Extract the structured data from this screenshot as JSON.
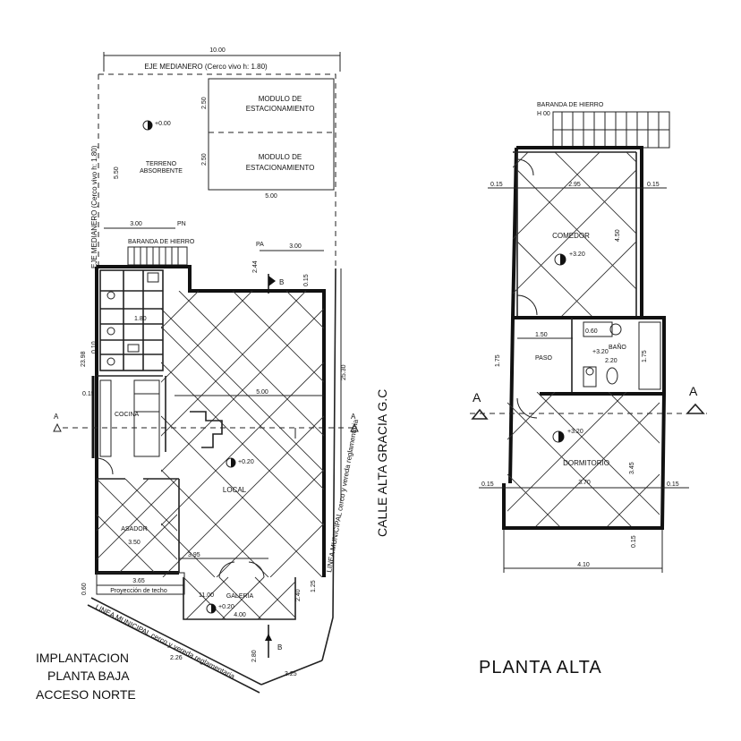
{
  "planta_baja": {
    "top_dim": "10.00",
    "eje_top": "EJE MEDIANERO (Cerco vivo h: 1.80)",
    "eje_left": "EJE MEDIANERO (Cerco vivo h: 1.80)",
    "modulo_1": [
      "MODULO DE",
      "ESTACIONAMIENTO"
    ],
    "modulo_2": [
      "MODULO DE",
      "ESTACIONAMIENTO"
    ],
    "terreno": [
      "TERRENO",
      "ABSORBENTE"
    ],
    "lvl_terreno": "+0.00",
    "d_250a": "2.50",
    "d_250b": "2.50",
    "d_500": "5.00",
    "d_550": "5.50",
    "d_300a": "3.00",
    "d_300b": "3.00",
    "baranda": "BARANDA DE HIERRO",
    "pn": "PN",
    "pa": "PA",
    "b_top": "B",
    "d_244": "2.44",
    "d_015a": "0.15",
    "d_015b": "0.15",
    "d_010": "0.10",
    "d_2398": "23.98",
    "d_2530": "25.30",
    "d_180": "1.80",
    "d_500b": "5.00",
    "local": "LOCAL",
    "lvl_local": "+0.20",
    "cocina": "COCINA",
    "asador": "ASADOR",
    "d_350": "3.50",
    "d_365": "3.65",
    "d_395": "3.95",
    "proyeccion": "Proyección de techo",
    "galeria": "GALERIA",
    "lvl_galeria": "+0.20",
    "d_400": "4.00",
    "d_1100": "11.00",
    "d_240": "2.40",
    "d_060": "0.60",
    "d_125": "1.25",
    "d_280": "2.80",
    "d_325": "3.25",
    "d_226": "2.26",
    "linea_right": "LINEA MUNICIPAL cerco y vereda reglamentaria",
    "linea_bottom": "LINEA MUNICIPAL cerco y vereda reglamentaria",
    "calle": "CALLE ALTA GRACIA G.C",
    "sec_a": "A",
    "sec_b": "B",
    "sec_a2": "A",
    "title_1": "IMPLANTACION",
    "title_2": "PLANTA BAJA",
    "title_3": "ACCESO NORTE"
  },
  "planta_alta": {
    "baranda": "BARANDA DE HIERRO",
    "h00": "H 00",
    "d_015_tl": "0.15",
    "d_295": "2.95",
    "d_015_tr": "0.15",
    "comedor": "COMEDOR",
    "d_450": "4.50",
    "lvl_comedor": "+3.20",
    "d_150": "1.50",
    "d_060": "0.60",
    "bano": "BAÑO",
    "d_220": "2.20",
    "lvl_bano": "+3.20",
    "d_175a": "1.75",
    "d_175b": "1.75",
    "paso": "PASO",
    "dormitorio": "DORMITORIO",
    "lvl_dorm": "+3.20",
    "d_345": "3.45",
    "d_370": "3.70",
    "d_015_bl": "0.15",
    "d_015_br": "0.15",
    "d_015_bot": "0.15",
    "d_410": "4.10",
    "sec_a_left": "A",
    "sec_a_right": "A",
    "title": "PLANTA ALTA"
  }
}
